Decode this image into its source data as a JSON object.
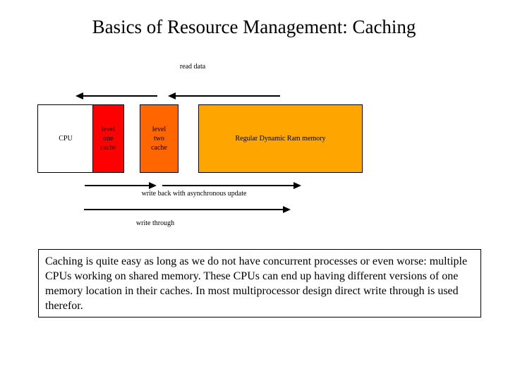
{
  "slide": {
    "title": "Basics of Resource Management: Caching",
    "background_color": "#ffffff",
    "text_color": "#000000"
  },
  "diagram": {
    "boxes": [
      {
        "name": "cpu",
        "label_lines": [
          "CPU"
        ],
        "fill_color": "#ffffff"
      },
      {
        "name": "level-one-cache",
        "label_lines": [
          "level",
          "one",
          "cache"
        ],
        "fill_color": "#ff0000"
      },
      {
        "name": "level-two-cache",
        "label_lines": [
          "level",
          "two",
          "cache"
        ],
        "fill_color": "#ff6600"
      },
      {
        "name": "ram",
        "label_lines": [
          "Regular Dynamic Ram memory"
        ],
        "fill_color": "#ffa500"
      }
    ],
    "captions": {
      "read_data": "read data",
      "write_back": "write back with asynchronous update",
      "write_through": "write through"
    },
    "arrows": [
      {
        "name": "read-arrow-cache-to-cpu",
        "direction": "left"
      },
      {
        "name": "read-arrow-ram-to-cache",
        "direction": "left"
      },
      {
        "name": "write-back-arrow-cpu-to-cache",
        "direction": "right"
      },
      {
        "name": "write-back-arrow-cache-to-ram",
        "direction": "right"
      },
      {
        "name": "write-through-arrow",
        "direction": "right"
      }
    ]
  },
  "note": {
    "body": "Caching is quite easy as long as we do not have concurrent processes or even worse: multiple CPUs working on shared memory. These CPUs can end up having different versions of one memory location in their caches. In most multiprocessor design direct write through is used therefor."
  }
}
